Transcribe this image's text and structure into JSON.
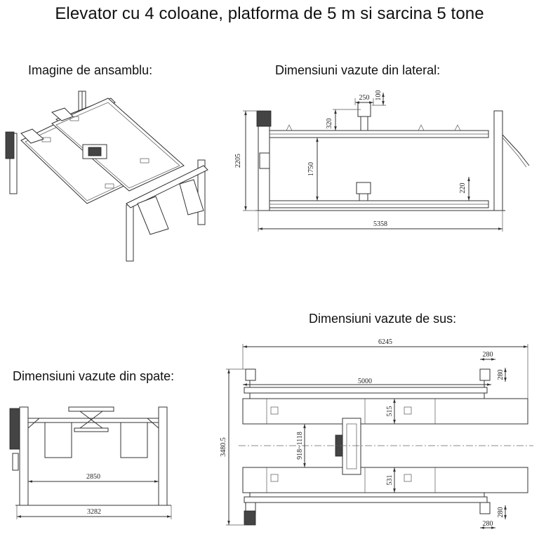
{
  "title": "Elevator cu 4 coloane, platforma de 5 m si sarcina 5 tone",
  "captions": {
    "ansamblu": "Imagine de ansamblu:",
    "lateral": "Dimensiuni vazute din lateral:",
    "sus": "Dimensiuni vazute de sus:",
    "spate": "Dimensiuni vazute din spate:"
  },
  "dimensions": {
    "lateral": {
      "d250": "250",
      "d100": "100",
      "d320": "320",
      "d2205": "2205",
      "d1750": "1750",
      "d220": "220",
      "d5358": "5358"
    },
    "sus": {
      "d6245": "6245",
      "d280a": "280",
      "d280b": "280",
      "d5000": "5000",
      "d515": "515",
      "d918": "918~1118",
      "d3480": "3480.5",
      "d531": "531",
      "d280c": "280",
      "d280d": "280"
    },
    "spate": {
      "d2850": "2850",
      "d3282": "3282"
    }
  }
}
